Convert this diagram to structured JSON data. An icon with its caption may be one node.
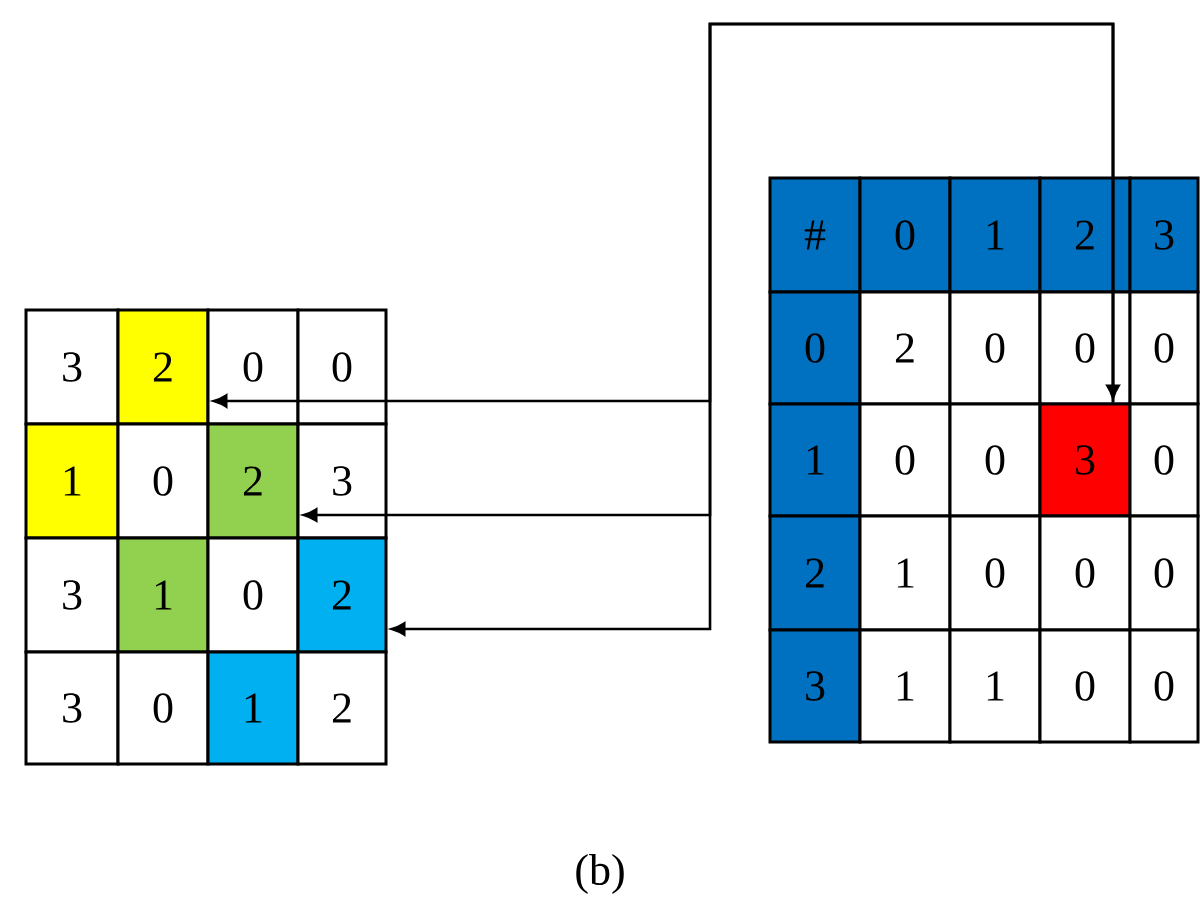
{
  "diagram": {
    "caption": "(b)",
    "nodes": [
      {
        "text": [
          "2"
        ]
      },
      {
        "text": [
          "2"
        ]
      },
      {
        "text": [
          "2"
        ]
      },
      {
        "text": [
          "3"
        ]
      }
    ],
    "edges": [
      {
        "from": 3,
        "to": 0,
        "arrow": "both"
      },
      {
        "from": 3,
        "to": 1,
        "arrow": "to"
      },
      {
        "from": 3,
        "to": 2,
        "arrow": "to"
      }
    ],
    "labels": [
      "3",
      "0",
      "0",
      "1",
      "0",
      "3",
      "3",
      "1",
      "0",
      "3",
      "0",
      "1",
      "2",
      "#",
      "0",
      "1",
      "2",
      "3",
      "0",
      "2",
      "0",
      "0",
      "0",
      "1",
      "0",
      "0",
      "0",
      "2",
      "1",
      "0",
      "0",
      "0",
      "3",
      "1",
      "1",
      "0",
      "0"
    ]
  }
}
